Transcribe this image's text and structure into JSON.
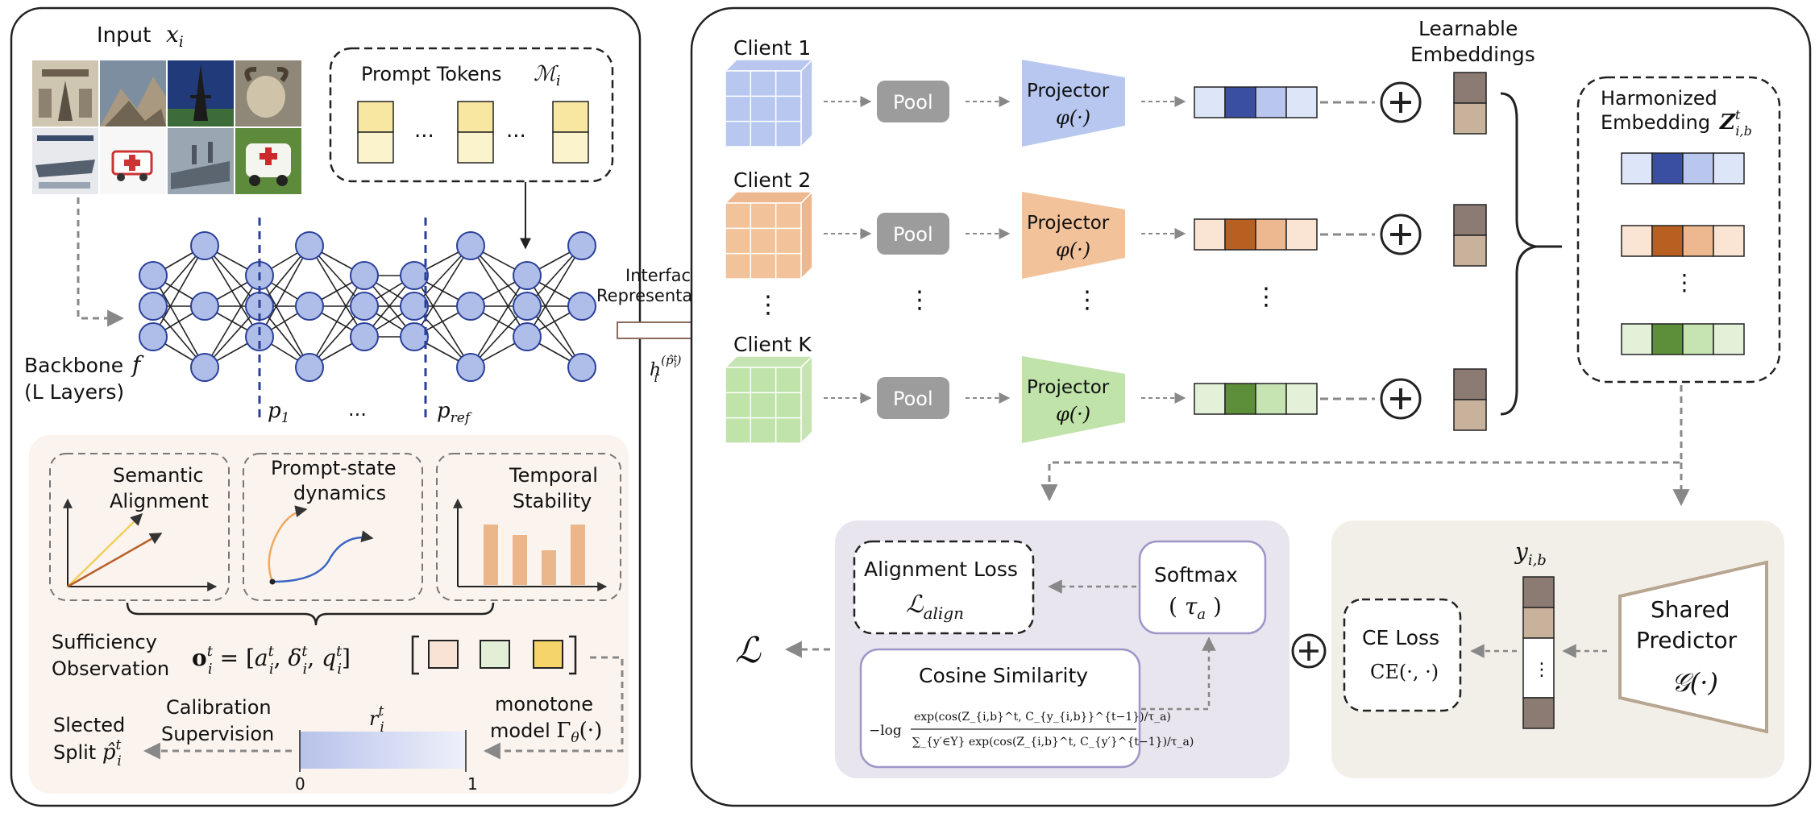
{
  "left_panel": {
    "input_label": "Input",
    "input_symbol": "x_i",
    "prompt_tokens_label": "Prompt Tokens",
    "prompt_tokens_symbol": "M_i",
    "prompt_token_ellipsis": "...",
    "backbone_label": "Backbone",
    "backbone_symbol": "f",
    "backbone_sublabel": "(L Layers)",
    "split_p1": "p_1",
    "split_dots": "...",
    "split_pref": "p_ref",
    "sufficiency": {
      "semantic_title_1": "Semantic",
      "semantic_title_2": "Alignment",
      "prompt_state_title_1": "Prompt-state",
      "prompt_state_title_2": "dynamics",
      "temporal_title_1": "Temporal",
      "temporal_title_2": "Stability",
      "observation_label_1": "Sufficiency",
      "observation_label_2": "Observation",
      "observation_formula": "o_i^t = [a_i^t, δ_i^t, q_i^t]",
      "monotone_label_1": "monotone",
      "monotone_label_2": "model Γ_θ(·)",
      "calibration_label_1": "Calibration",
      "calibration_label_2": "Supervision",
      "slected_label_1": "Slected",
      "slected_label_2": "Split p̂_i^t",
      "r_symbol": "r_i^t",
      "bar_min": "0",
      "bar_max": "1",
      "temporal_bar_levels": [
        0.75,
        0.62,
        0.43,
        0.75
      ]
    }
  },
  "interface": {
    "label_1": "Interface",
    "label_2": "Representations",
    "symbol": "h_i^(p̂_i^t)"
  },
  "right_panel": {
    "clients": [
      {
        "name": "Client 1",
        "pool": "Pool",
        "projector": "Projector",
        "phi": "φ(·)"
      },
      {
        "name": "Client 2",
        "pool": "Pool",
        "projector": "Projector",
        "phi": "φ(·)"
      },
      {
        "name": "Client K",
        "pool": "Pool",
        "projector": "Projector",
        "phi": "φ(·)"
      }
    ],
    "vertical_dots": "⋮",
    "learnable_label_1": "Learnable",
    "learnable_label_2": "Embeddings",
    "harmonized_label_1": "Harmonized",
    "harmonized_label_2": "Embedding",
    "harmonized_symbol": "Z_{i,b}^t",
    "loss_symbol": "L",
    "alignment_loss_label": "Alignment Loss",
    "alignment_loss_symbol": "L_align",
    "softmax_label": "Softmax",
    "softmax_symbol": "(τ_a)",
    "cosine_label": "Cosine Similarity",
    "cosine_numerator": "exp(cos(Z_{i,b}^t, C_{y_{i,b}}^{t−1})/τ_a)",
    "cosine_denominator": "∑_{y′∈Y} exp(cos(Z_{i,b}^t, C_{y′}^{t−1})/τ_a)",
    "cosine_prefix": "−log",
    "ce_loss_label": "CE Loss",
    "ce_loss_symbol": "CE(·, ·)",
    "y_symbol": "y_{i,b}",
    "predictor_label_1": "Shared",
    "predictor_label_2": "Predictor",
    "predictor_symbol": "G(·)"
  },
  "colors": {
    "client_blue": "#b7c7ef",
    "client_orange": "#f2c29a",
    "client_green": "#bfe3a9",
    "accent_blue": "#3a4fa2",
    "accent_orange": "#b85f22",
    "accent_green": "#5d8f3a",
    "node_fill": "#aebee8",
    "lavender_bg": "#e8e5ee",
    "beige_bg": "#f2efe8",
    "peach_bg": "#fbf3ed",
    "token_yellow": "#fbeeb0",
    "embed_dark": "#8c7b72",
    "embed_light": "#c9b29b"
  }
}
